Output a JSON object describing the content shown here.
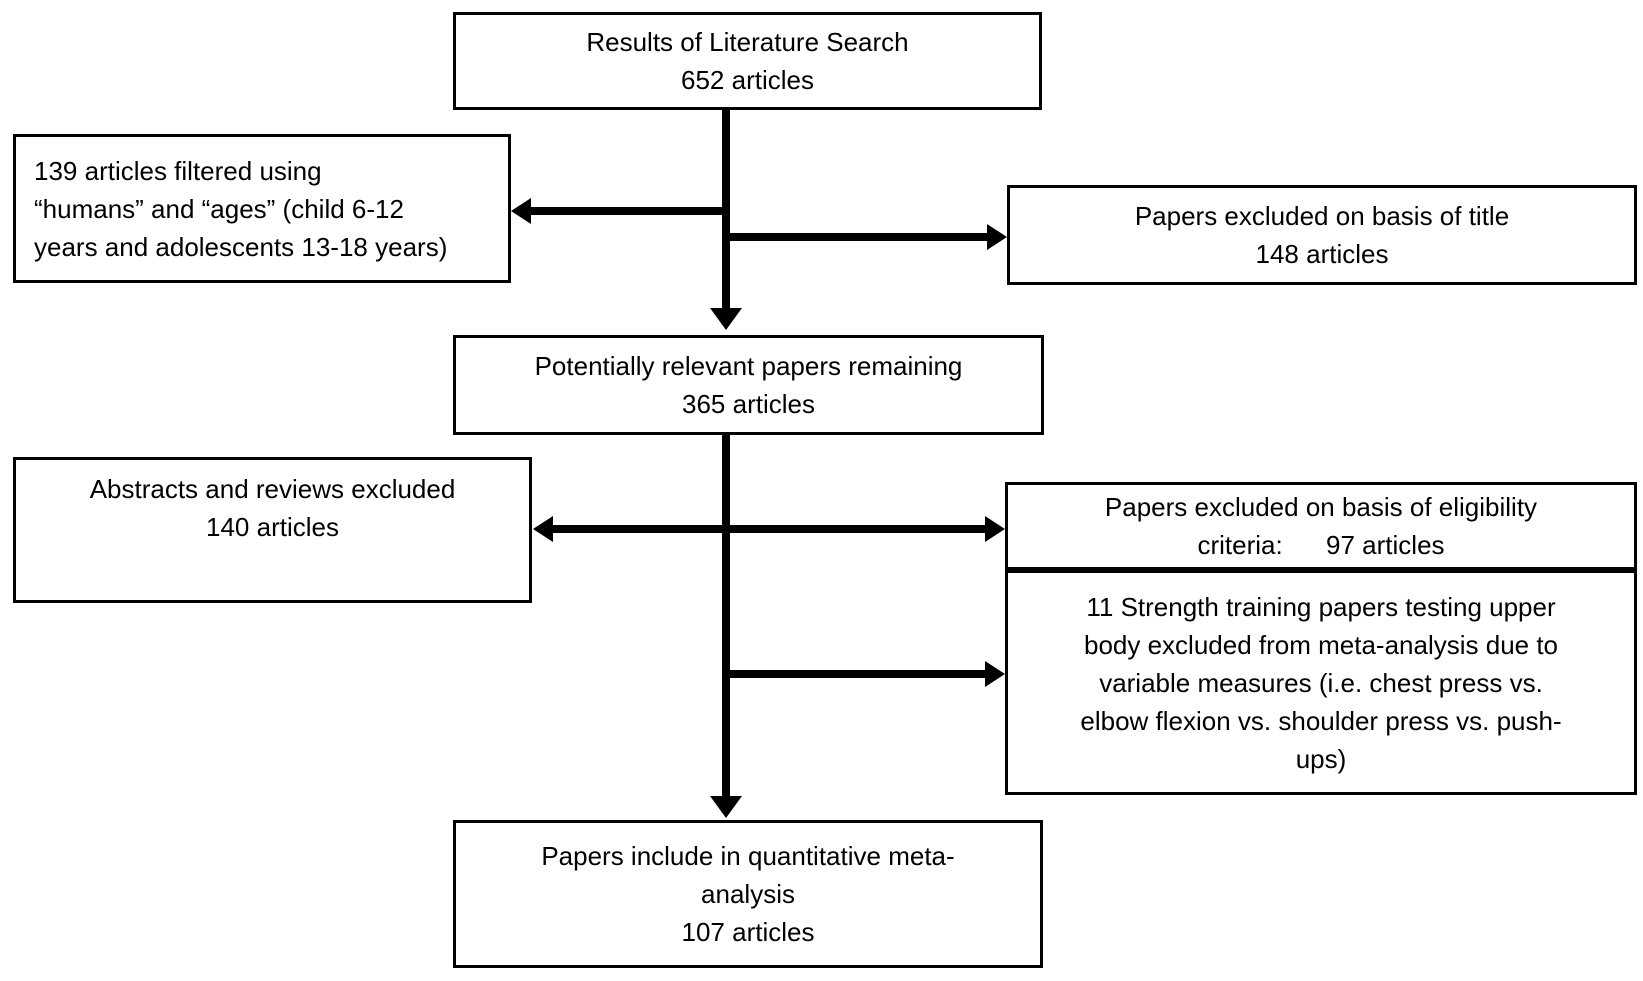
{
  "colors": {
    "background": "#ffffff",
    "box_border": "#000000",
    "box_fill": "#ffffff",
    "text": "#000000",
    "arrow": "#000000"
  },
  "boxes": {
    "results": {
      "lines": [
        "Results of Literature Search",
        "652 articles"
      ]
    },
    "filter": {
      "lines": [
        "139 articles filtered using",
        "“humans” and “ages” (child 6-12",
        "years and adolescents 13-18 years)"
      ]
    },
    "title_excluded": {
      "lines": [
        "Papers excluded on basis of title",
        "148 articles"
      ]
    },
    "remaining": {
      "lines": [
        "Potentially relevant papers remaining",
        "365 articles"
      ]
    },
    "abstracts_excluded": {
      "lines": [
        "Abstracts and reviews excluded",
        "140 articles"
      ]
    },
    "eligibility_excluded": {
      "lines": [
        "Papers excluded on basis of eligibility",
        "criteria:      97 articles"
      ]
    },
    "strength_excluded": {
      "lines": [
        "11 Strength training papers testing upper",
        "body excluded from meta-analysis due to",
        "variable measures (i.e. chest press vs.",
        "elbow flexion vs. shoulder press vs. push-",
        "ups)"
      ]
    },
    "included": {
      "lines": [
        "Papers include in quantitative meta-",
        "analysis",
        "107 articles"
      ]
    }
  }
}
